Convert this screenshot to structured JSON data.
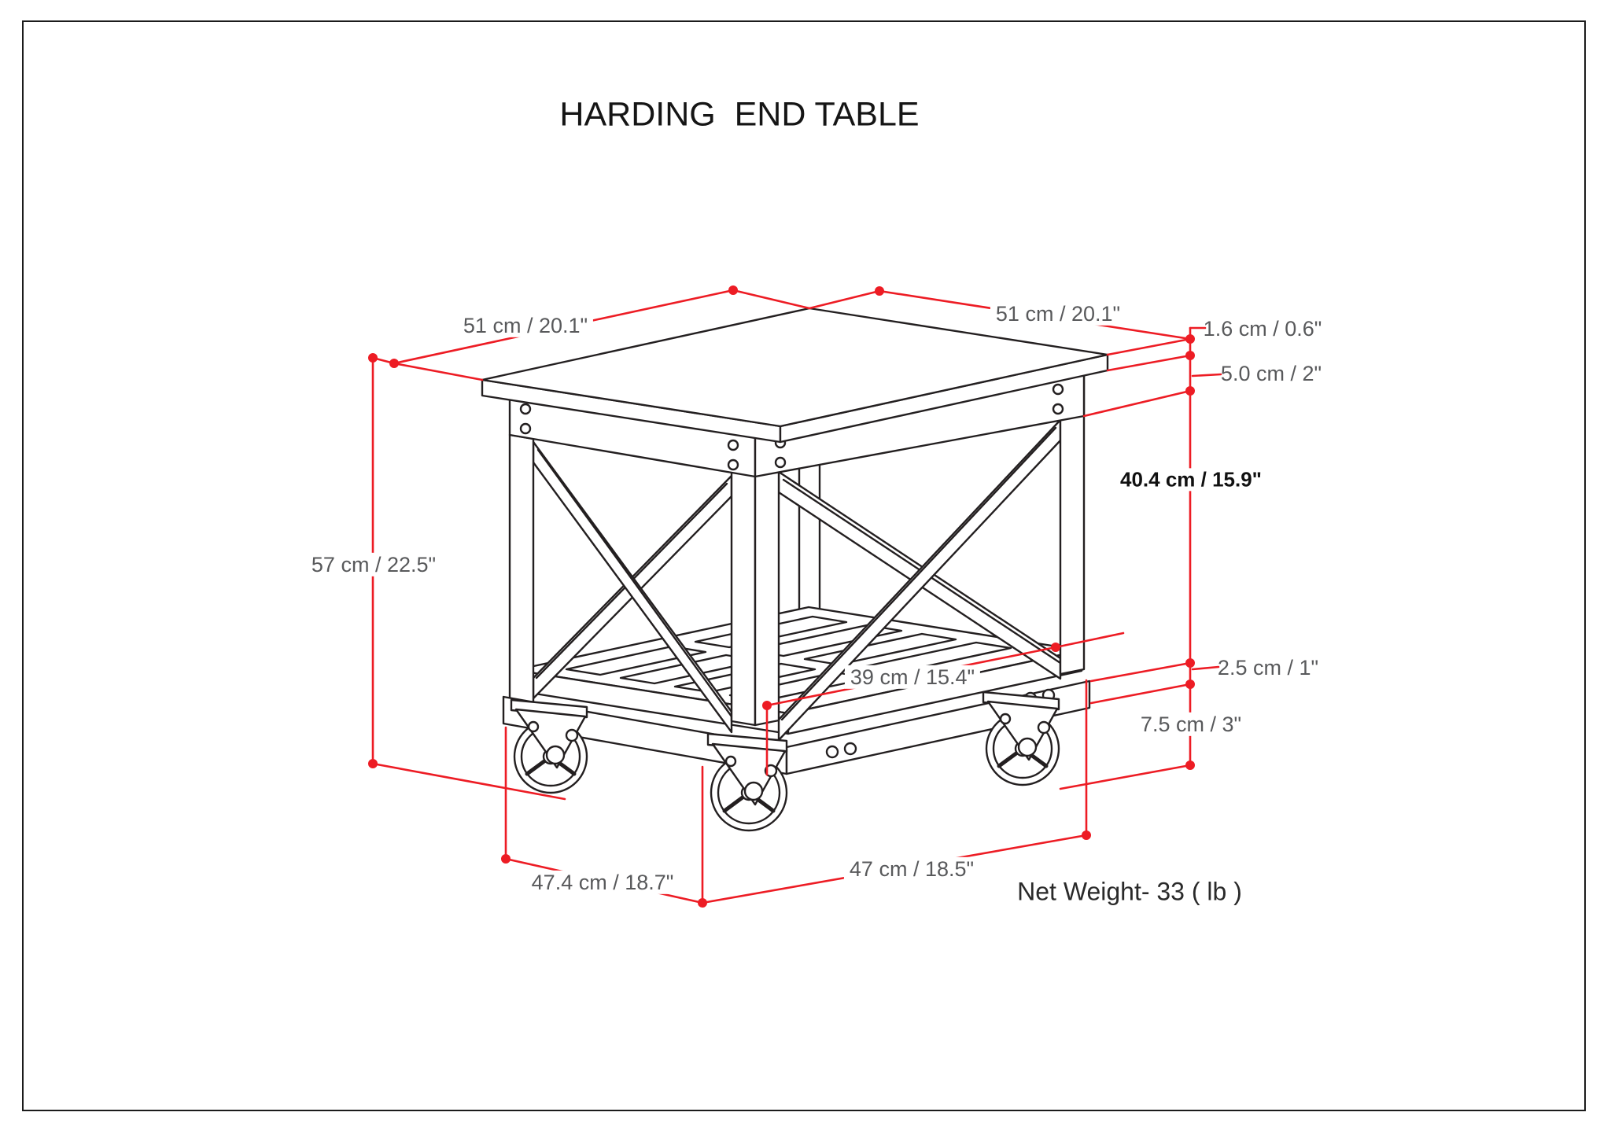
{
  "title": "HARDING  END TABLE",
  "net_weight": "Net Weight- 33 ( lb )",
  "dimensions": {
    "top_edge_left": "51 cm / 20.1\"",
    "top_edge_right": "51 cm / 20.1\"",
    "top_thickness": "1.6 cm / 0.6\"",
    "apron_height": "5.0 cm / 2\"",
    "open_clearance": "40.4 cm / 15.9\"",
    "overall_height": "57 cm / 22.5\"",
    "shelf_width": "39 cm / 15.4\"",
    "shelf_thickness": "2.5 cm / 1\"",
    "caster_height": "7.5 cm / 3\"",
    "base_edge_left": "47.4 cm / 18.7\"",
    "base_edge_right": "47 cm / 18.5\""
  },
  "colors": {
    "dimension_red": "#ed1c24",
    "drawing_black": "#231f20",
    "label_gray": "#58595b",
    "background": "#ffffff"
  }
}
